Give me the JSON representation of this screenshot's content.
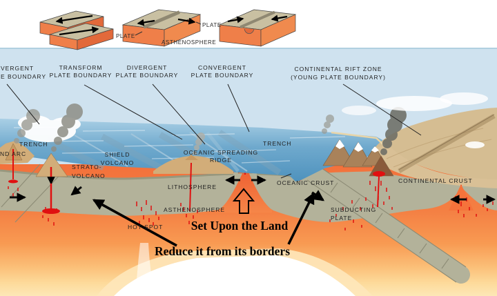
{
  "colors": {
    "sky": "#cfe2ef",
    "ocean": "#5f9fc6",
    "lithosphere": "#b3b29a",
    "asthenosphere": "#f3713b",
    "deep_mantle": "#fde7b6",
    "crust_tan": "#d5bd92",
    "magma_red": "#e01010",
    "annotation_black": "#000000",
    "label_color": "#1f1f1f",
    "block_top": "#c9c0a2",
    "block_side": "#ef7f49"
  },
  "inset": {
    "left_plate_label": "PLATE",
    "right_plate_label": "PLATE",
    "asthenosphere_label": "ASTHENOSPHERE"
  },
  "boundary_labels": {
    "cutoff_line1": "VERGENT",
    "cutoff_line2": "E BOUNDARY",
    "transform_line1": "TRANSFORM",
    "transform_line2": "PLATE BOUNDARY",
    "divergent_line1": "DIVERGENT",
    "divergent_line2": "PLATE BOUNDARY",
    "convergent_line1": "CONVERGENT",
    "convergent_line2": "PLATE BOUNDARY",
    "rift_line1": "CONTINENTAL RIFT ZONE",
    "rift_line2": "(YOUNG PLATE BOUNDARY)"
  },
  "features": {
    "trench_left": "TRENCH",
    "island_arc_cut": "ND ARC",
    "strato_line1": "STRATO-",
    "strato_line2": "VOLCANO",
    "shield_line1": "SHIELD",
    "shield_line2": "VOLCANO",
    "ridge_line1": "OCEANIC SPREADING",
    "ridge_line2": "RIDGE",
    "trench_right": "TRENCH",
    "lithosphere": "LITHOSPHERE",
    "oceanic_crust": "OCEANIC CRUST",
    "asthenosphere": "ASTHENOSPHERE",
    "hot_spot": "HOT SPOT",
    "subducting_line1": "SUBDUCTING",
    "subducting_line2": "PLATE",
    "continental_crust": "CONTINENTAL CRUST"
  },
  "annotations": {
    "set_upon_the_land": "Set Upon the Land",
    "reduce_from_borders": "Reduce it from its borders"
  }
}
